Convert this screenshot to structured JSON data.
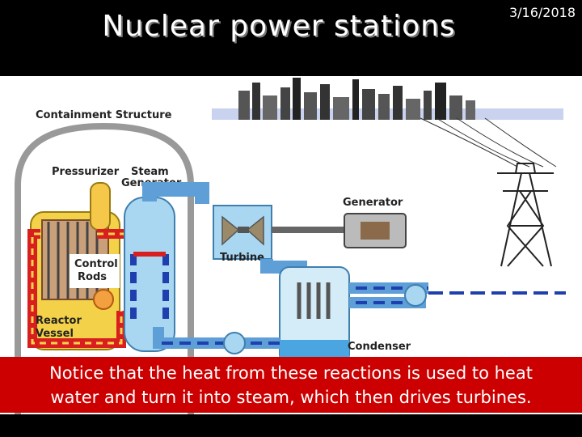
{
  "slide": {
    "title": "Nuclear power stations",
    "date": "3/16/2018"
  },
  "diagram": {
    "labels": {
      "containment": "Containment Structure",
      "pressurizer": "Pressurizer",
      "steam_gen_1": "Steam",
      "steam_gen_2": "Generator",
      "generator": "Generator",
      "turbine": "Turbine",
      "control_1": "Control",
      "control_2": "Rods",
      "reactor_1": "Reactor",
      "reactor_2": "Vessel",
      "condenser": "Condenser"
    }
  },
  "caption": {
    "line1": "Notice that the heat from these reactions is used to heat",
    "line2": "water and turn it into steam, which then drives turbines."
  }
}
